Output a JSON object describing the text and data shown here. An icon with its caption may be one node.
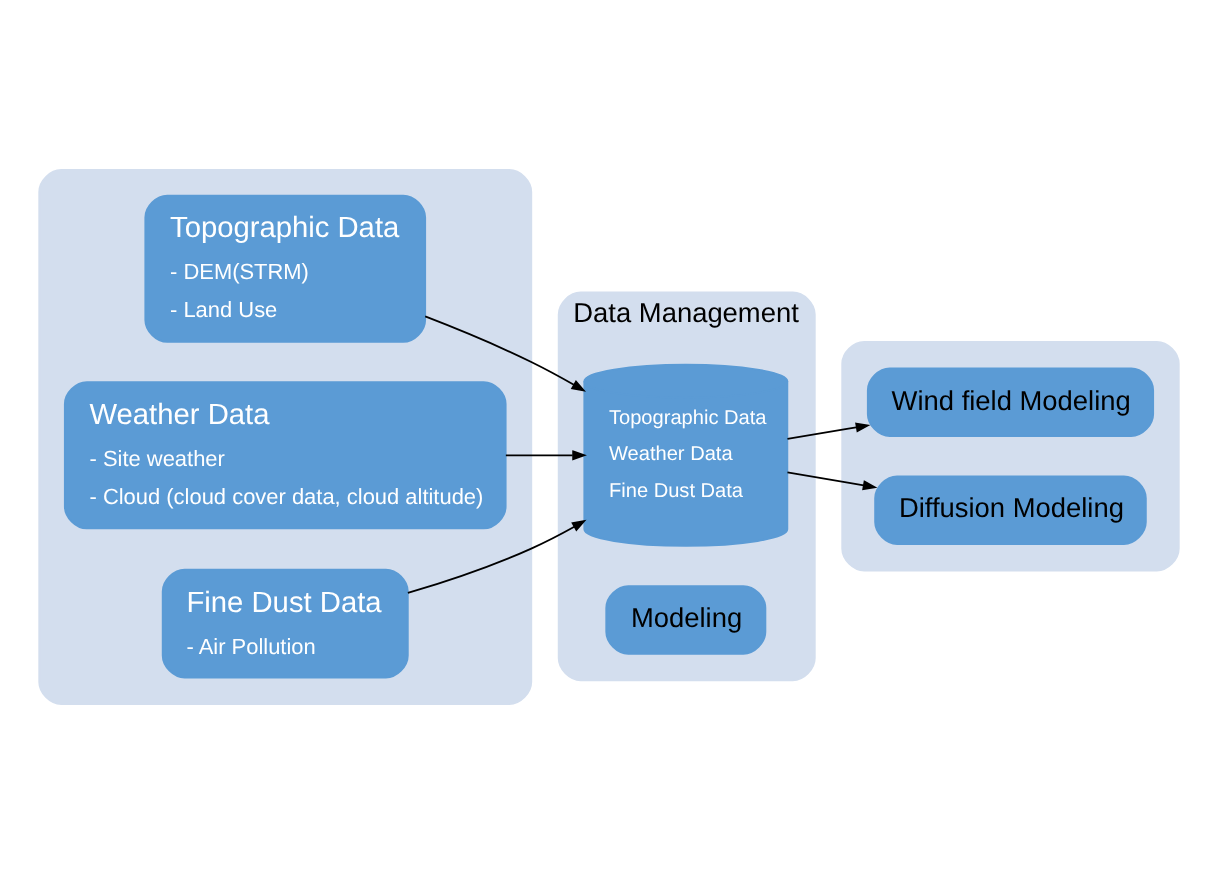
{
  "diagram": {
    "nodes": [
      {
        "text": [],
        "shape": "box"
      },
      {
        "text": [
          "Topographic Data",
          "- DEM(STRM)",
          "- Land Use"
        ],
        "in": 0
      },
      {
        "text": [
          "Weather Data",
          "- Site weather",
          "- Cloud (cloud cover data, cloud altitude)"
        ],
        "in": 0
      },
      {
        "text": [
          "Fine Dust Data",
          "- Air Pollution"
        ],
        "in": 0
      },
      {
        "text": [
          "Data Management"
        ]
      },
      {
        "text": [
          "Topographic Data",
          "Weather Data",
          "Fine Dust Data"
        ],
        "in": 4
      },
      {
        "text": [
          "Modeling"
        ],
        "in": 4
      },
      {
        "text": [],
        "shape": "box"
      },
      {
        "text": [
          "Wind field Modeling"
        ],
        "in": 7
      },
      {
        "text": [
          "Diffusion Modeling"
        ],
        "in": 7
      }
    ],
    "edges": [
      {
        "from": 1,
        "to": 5,
        "arrow": "to"
      },
      {
        "from": 2,
        "to": 5,
        "arrow": "to"
      },
      {
        "from": 3,
        "to": 5,
        "arrow": "to"
      },
      {
        "from": 5,
        "to": 8,
        "arrow": "to"
      },
      {
        "from": 5,
        "to": 9,
        "arrow": "to"
      }
    ]
  }
}
